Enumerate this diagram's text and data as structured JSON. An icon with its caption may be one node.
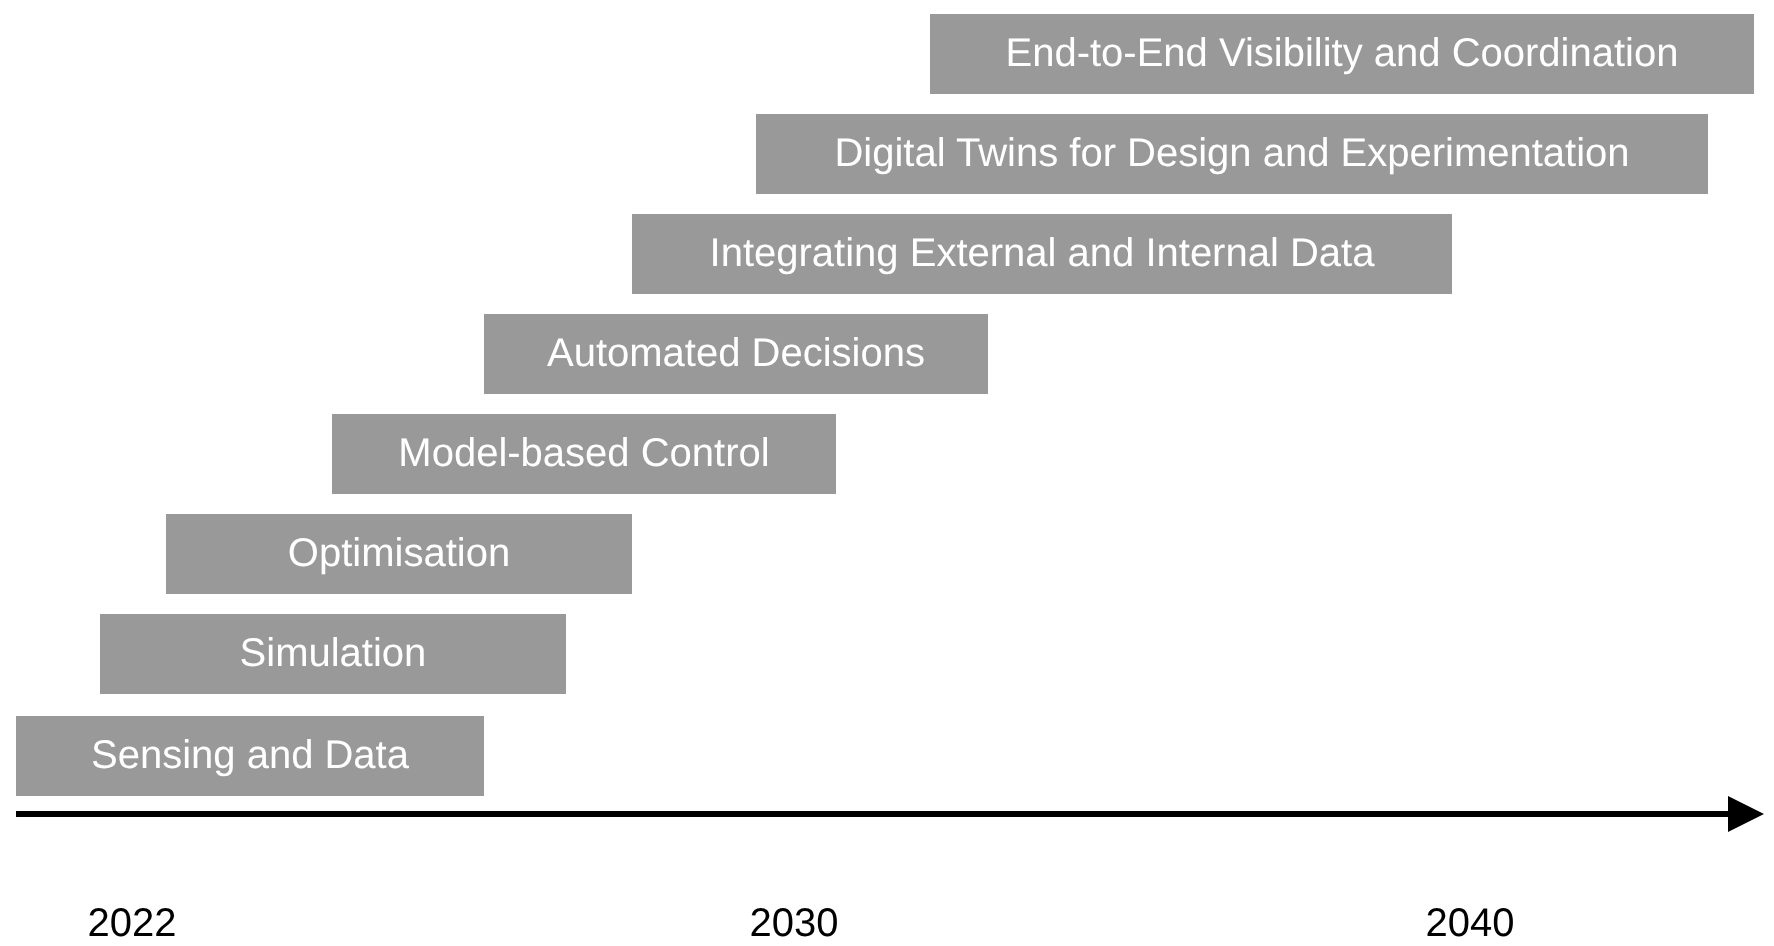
{
  "diagram": {
    "nodes": [
      {
        "text": [
          "End-to-End Visibility and Coordination"
        ]
      },
      {
        "text": [
          "Digital Twins for Design and Experimentation"
        ]
      },
      {
        "text": [
          "Integrating External and Internal Data"
        ]
      },
      {
        "text": [
          "Automated Decisions"
        ]
      },
      {
        "text": [
          "Model-based Control"
        ]
      },
      {
        "text": [
          "Optimisation"
        ]
      },
      {
        "text": [
          "Simulation"
        ]
      },
      {
        "text": [
          "Sensing and Data"
        ]
      }
    ],
    "edges": [],
    "labels": [
      "2022",
      "2030",
      "2040"
    ]
  }
}
